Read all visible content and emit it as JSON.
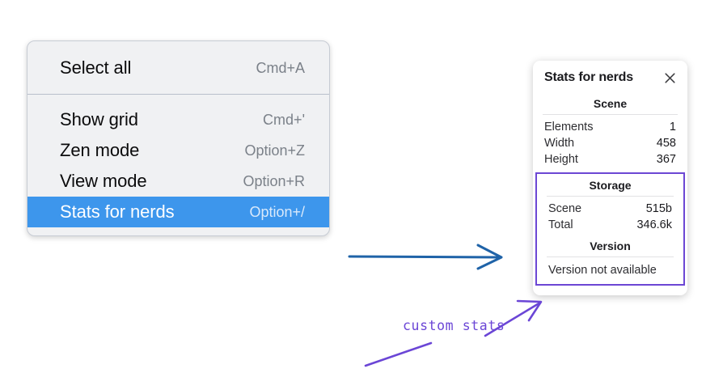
{
  "context_menu": {
    "groups": [
      {
        "items": [
          {
            "label": "Select all",
            "shortcut": "Cmd+A",
            "selected": false
          }
        ]
      },
      {
        "items": [
          {
            "label": "Show grid",
            "shortcut": "Cmd+'",
            "selected": false
          },
          {
            "label": "Zen mode",
            "shortcut": "Option+Z",
            "selected": false
          },
          {
            "label": "View mode",
            "shortcut": "Option+R",
            "selected": false
          },
          {
            "label": "Stats for nerds",
            "shortcut": "Option+/",
            "selected": true
          }
        ]
      }
    ],
    "highlight_color": "#3d96ec",
    "background_color": "#f0f1f3"
  },
  "stats_panel": {
    "title": "Stats for nerds",
    "close_icon": "close-icon",
    "scene": {
      "heading": "Scene",
      "rows": [
        {
          "label": "Elements",
          "value": "1"
        },
        {
          "label": "Width",
          "value": "458"
        },
        {
          "label": "Height",
          "value": "367"
        }
      ]
    },
    "storage": {
      "heading": "Storage",
      "rows": [
        {
          "label": "Scene",
          "value": "515b"
        },
        {
          "label": "Total",
          "value": "346.6k"
        }
      ]
    },
    "version": {
      "heading": "Version",
      "note": "Version not available"
    }
  },
  "annotations": {
    "flow_arrow_color": "#1f63a8",
    "callout_color": "#6b46d6",
    "callout_text": "custom stats"
  }
}
